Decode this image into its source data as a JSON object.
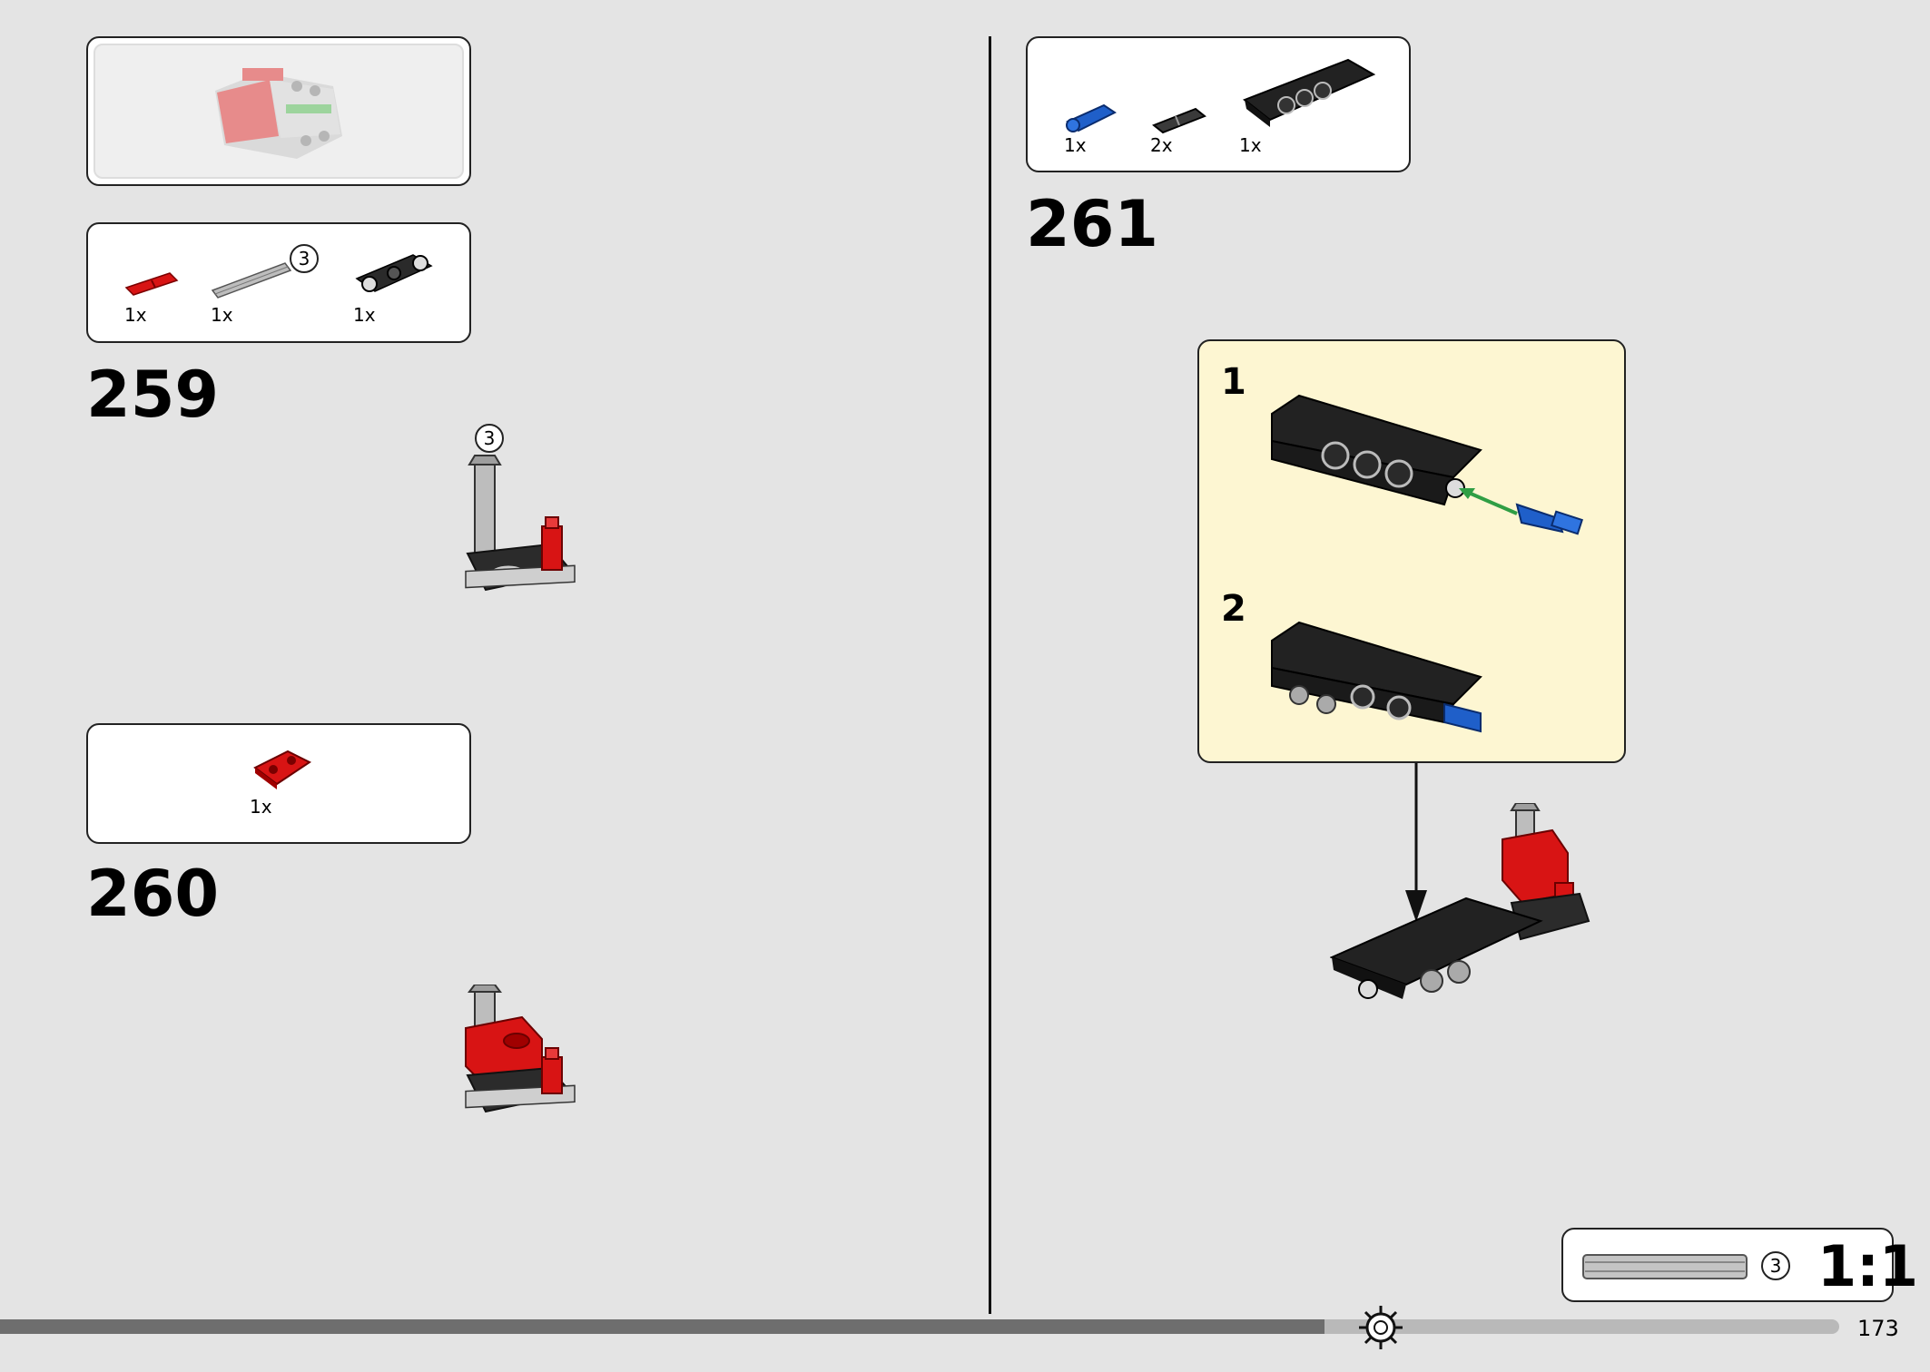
{
  "steps": [
    {
      "number": "259",
      "parts": [
        {
          "name": "red-axle-pin",
          "qty": "1x"
        },
        {
          "name": "grey-axle",
          "qty": "1x",
          "length": "3"
        },
        {
          "name": "black-beam",
          "qty": "1x"
        }
      ],
      "assembly_badge": "3"
    },
    {
      "number": "260",
      "parts": [
        {
          "name": "red-connector",
          "qty": "1x"
        }
      ]
    },
    {
      "number": "261",
      "parts": [
        {
          "name": "blue-pin",
          "qty": "1x"
        },
        {
          "name": "black-pin",
          "qty": "2x"
        },
        {
          "name": "black-panel",
          "qty": "1x"
        }
      ],
      "sub_steps": [
        "1",
        "2"
      ]
    }
  ],
  "scale_reference": {
    "badge": "3",
    "ratio": "1:1"
  },
  "page": {
    "number": "173",
    "progress": 0.72
  },
  "colors": {
    "background": "#e4e4e4",
    "callout": "#fdf6d2",
    "red": "#e01818",
    "blue": "#1f5fc9",
    "arrow_green": "#2f9e44"
  }
}
